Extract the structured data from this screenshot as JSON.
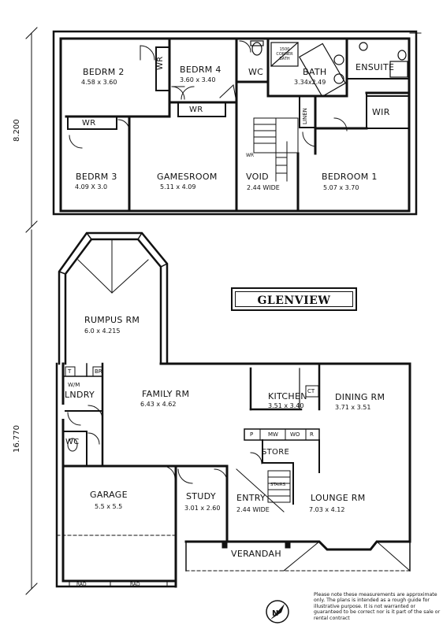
{
  "title": "GLENVIEW",
  "upper_floor": {
    "overall_dimension": "8.200",
    "rooms": [
      {
        "name": "BEDRM 2",
        "size": "4.58 x 3.60"
      },
      {
        "name": "BEDRM 4",
        "size": "3.60 x 3.40"
      },
      {
        "name": "BATH",
        "size": "3.34x2.49"
      },
      {
        "name": "ENSUITE",
        "size": ""
      },
      {
        "name": "BEDRM 3",
        "size": "4.09 X 3.0"
      },
      {
        "name": "GAMESROOM",
        "size": "5.11 x 4.09"
      },
      {
        "name": "VOID",
        "size": "2.44 WIDE"
      },
      {
        "name": "BEDROOM 1",
        "size": "5.07 x 3.70"
      }
    ],
    "fixtures": {
      "wr_bedrm2": "WR",
      "wr_bedrm4": "WR",
      "wr_bedrm3": "WR",
      "wc": "WC",
      "wir": "WIR",
      "linen": "LINEN",
      "corner_bath": "1500 CORNER BATH",
      "wr_stair": "WR"
    }
  },
  "ground_floor": {
    "overall_dimension": "16.770",
    "rooms": [
      {
        "name": "RUMPUS RM",
        "size": "6.0 x 4.215"
      },
      {
        "name": "FAMILY RM",
        "size": "6.43 x 4.62"
      },
      {
        "name": "KITCHEN",
        "size": "3.51 x 3.40"
      },
      {
        "name": "DINING RM",
        "size": "3.71 x 3.51"
      },
      {
        "name": "LNDRY",
        "size": ""
      },
      {
        "name": "GARAGE",
        "size": "5.5 x 5.5"
      },
      {
        "name": "STUDY",
        "size": "3.01 x 2.60"
      },
      {
        "name": "ENTRY",
        "size": "2.44 WIDE"
      },
      {
        "name": "LOUNGE RM",
        "size": "7.03 x 4.12"
      },
      {
        "name": "VERANDAH",
        "size": ""
      }
    ],
    "fixtures": {
      "store": "STORE",
      "wc": "WC",
      "t": "T",
      "br": "BR",
      "wm": "W/M",
      "ct": "CT",
      "p": "P",
      "mw": "MW",
      "wo": "WO",
      "r": "R",
      "stairs": "STAIRS",
      "rad_left": "RAD",
      "rad_right": "RAD"
    }
  },
  "disclaimer": "Please note these measurements are approximate only. The plans is intended as a rough guide for illustrative purpose. It is not warranted or guaranteed to be correct nor is it part of the sale or rental contract",
  "north_label": "N"
}
